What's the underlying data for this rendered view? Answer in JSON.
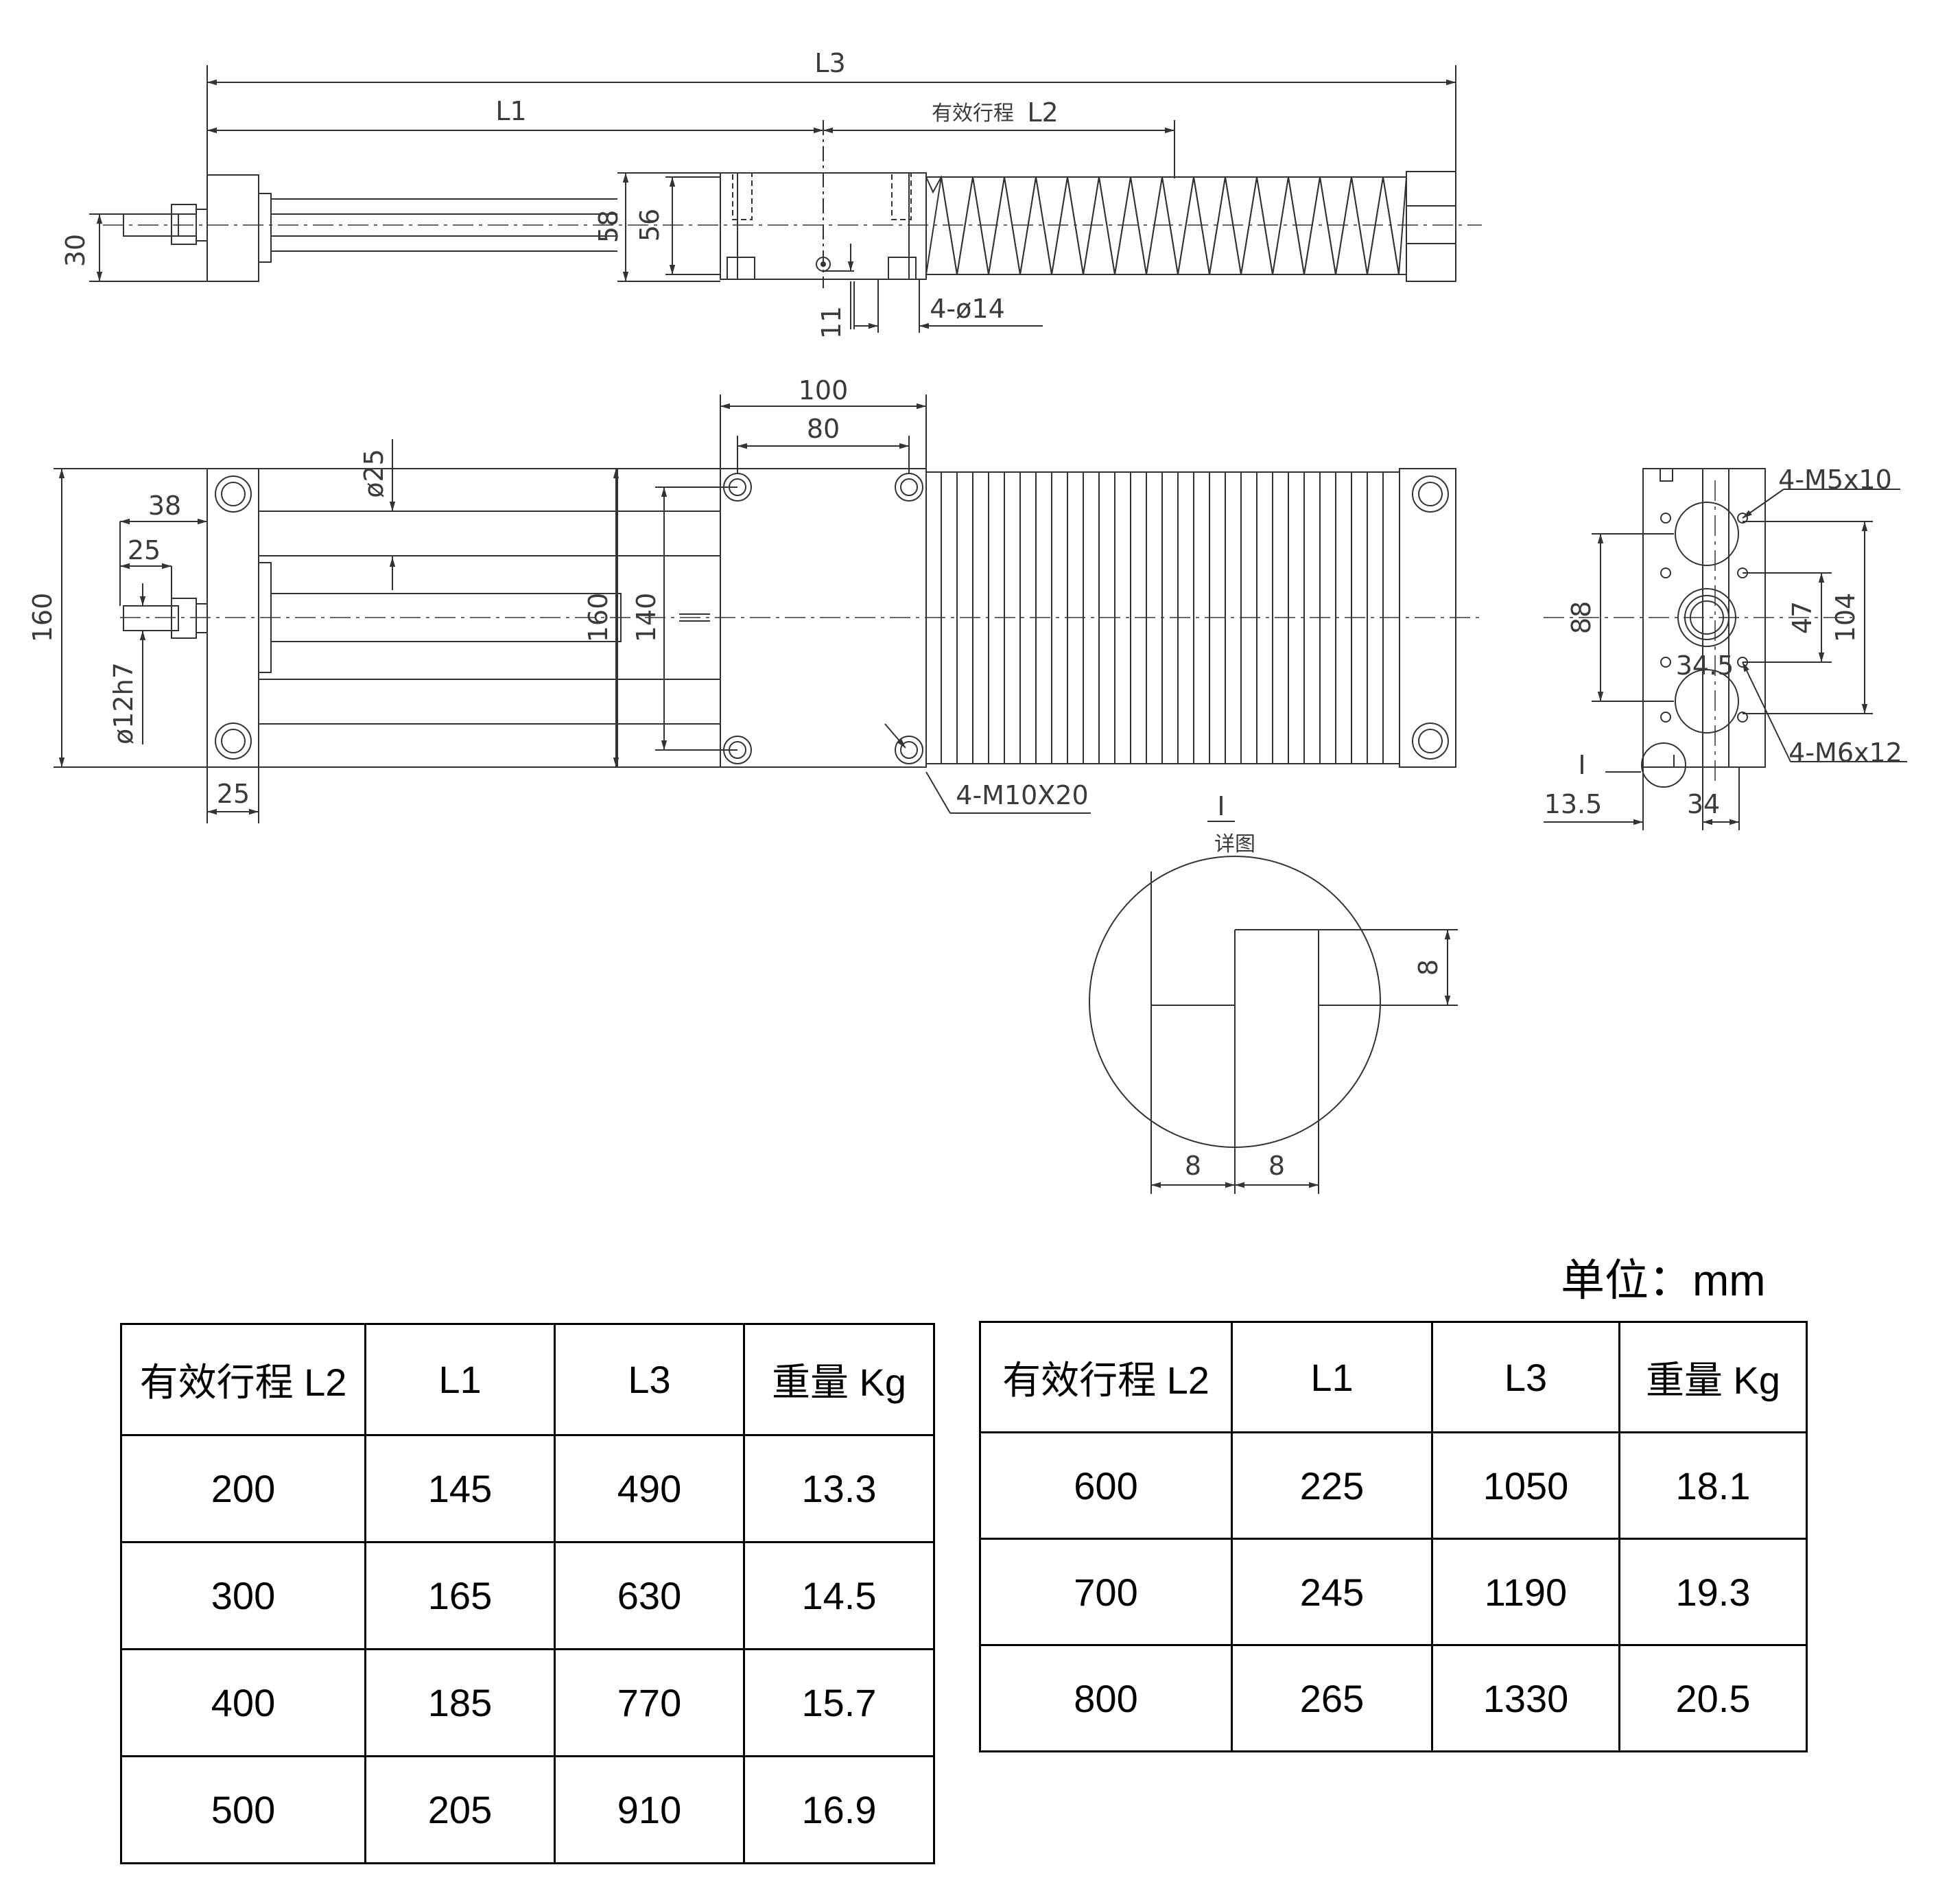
{
  "drawing": {
    "top_view": {
      "L3": "L3",
      "L1": "L1",
      "stroke_label": "有效行程",
      "L2": "L2",
      "d30": "30",
      "d58": "58",
      "d56": "56",
      "d11": "11",
      "holes": "4-ø14"
    },
    "front_view": {
      "d100": "100",
      "d80": "80",
      "d25_dia": "ø25",
      "d38": "38",
      "d25": "25",
      "d160_left": "160",
      "d160": "160",
      "d140": "140",
      "shaft": "ø12h7",
      "d25_bottom": "25",
      "tapped_holes": "4-M10X20"
    },
    "side_view": {
      "m5": "4-M5x10",
      "m6": "4-M6x12",
      "d88": "88",
      "d47": "47",
      "d104": "104",
      "d34_5": "34.5",
      "d13_5": "13.5",
      "d34": "34",
      "detail_mark": "I"
    },
    "detail": {
      "mark": "I",
      "caption": "详图",
      "d8_right": "8",
      "d8_a": "8",
      "d8_b": "8"
    }
  },
  "unit_label": "单位：mm",
  "tables": {
    "headers": [
      "有效行程 L2",
      "L1",
      "L3",
      "重量 Kg"
    ],
    "left_rows": [
      [
        "200",
        "145",
        "490",
        "13.3"
      ],
      [
        "300",
        "165",
        "630",
        "14.5"
      ],
      [
        "400",
        "185",
        "770",
        "15.7"
      ],
      [
        "500",
        "205",
        "910",
        "16.9"
      ]
    ],
    "right_rows": [
      [
        "600",
        "225",
        "1050",
        "18.1"
      ],
      [
        "700",
        "245",
        "1190",
        "19.3"
      ],
      [
        "800",
        "265",
        "1330",
        "20.5"
      ]
    ]
  }
}
